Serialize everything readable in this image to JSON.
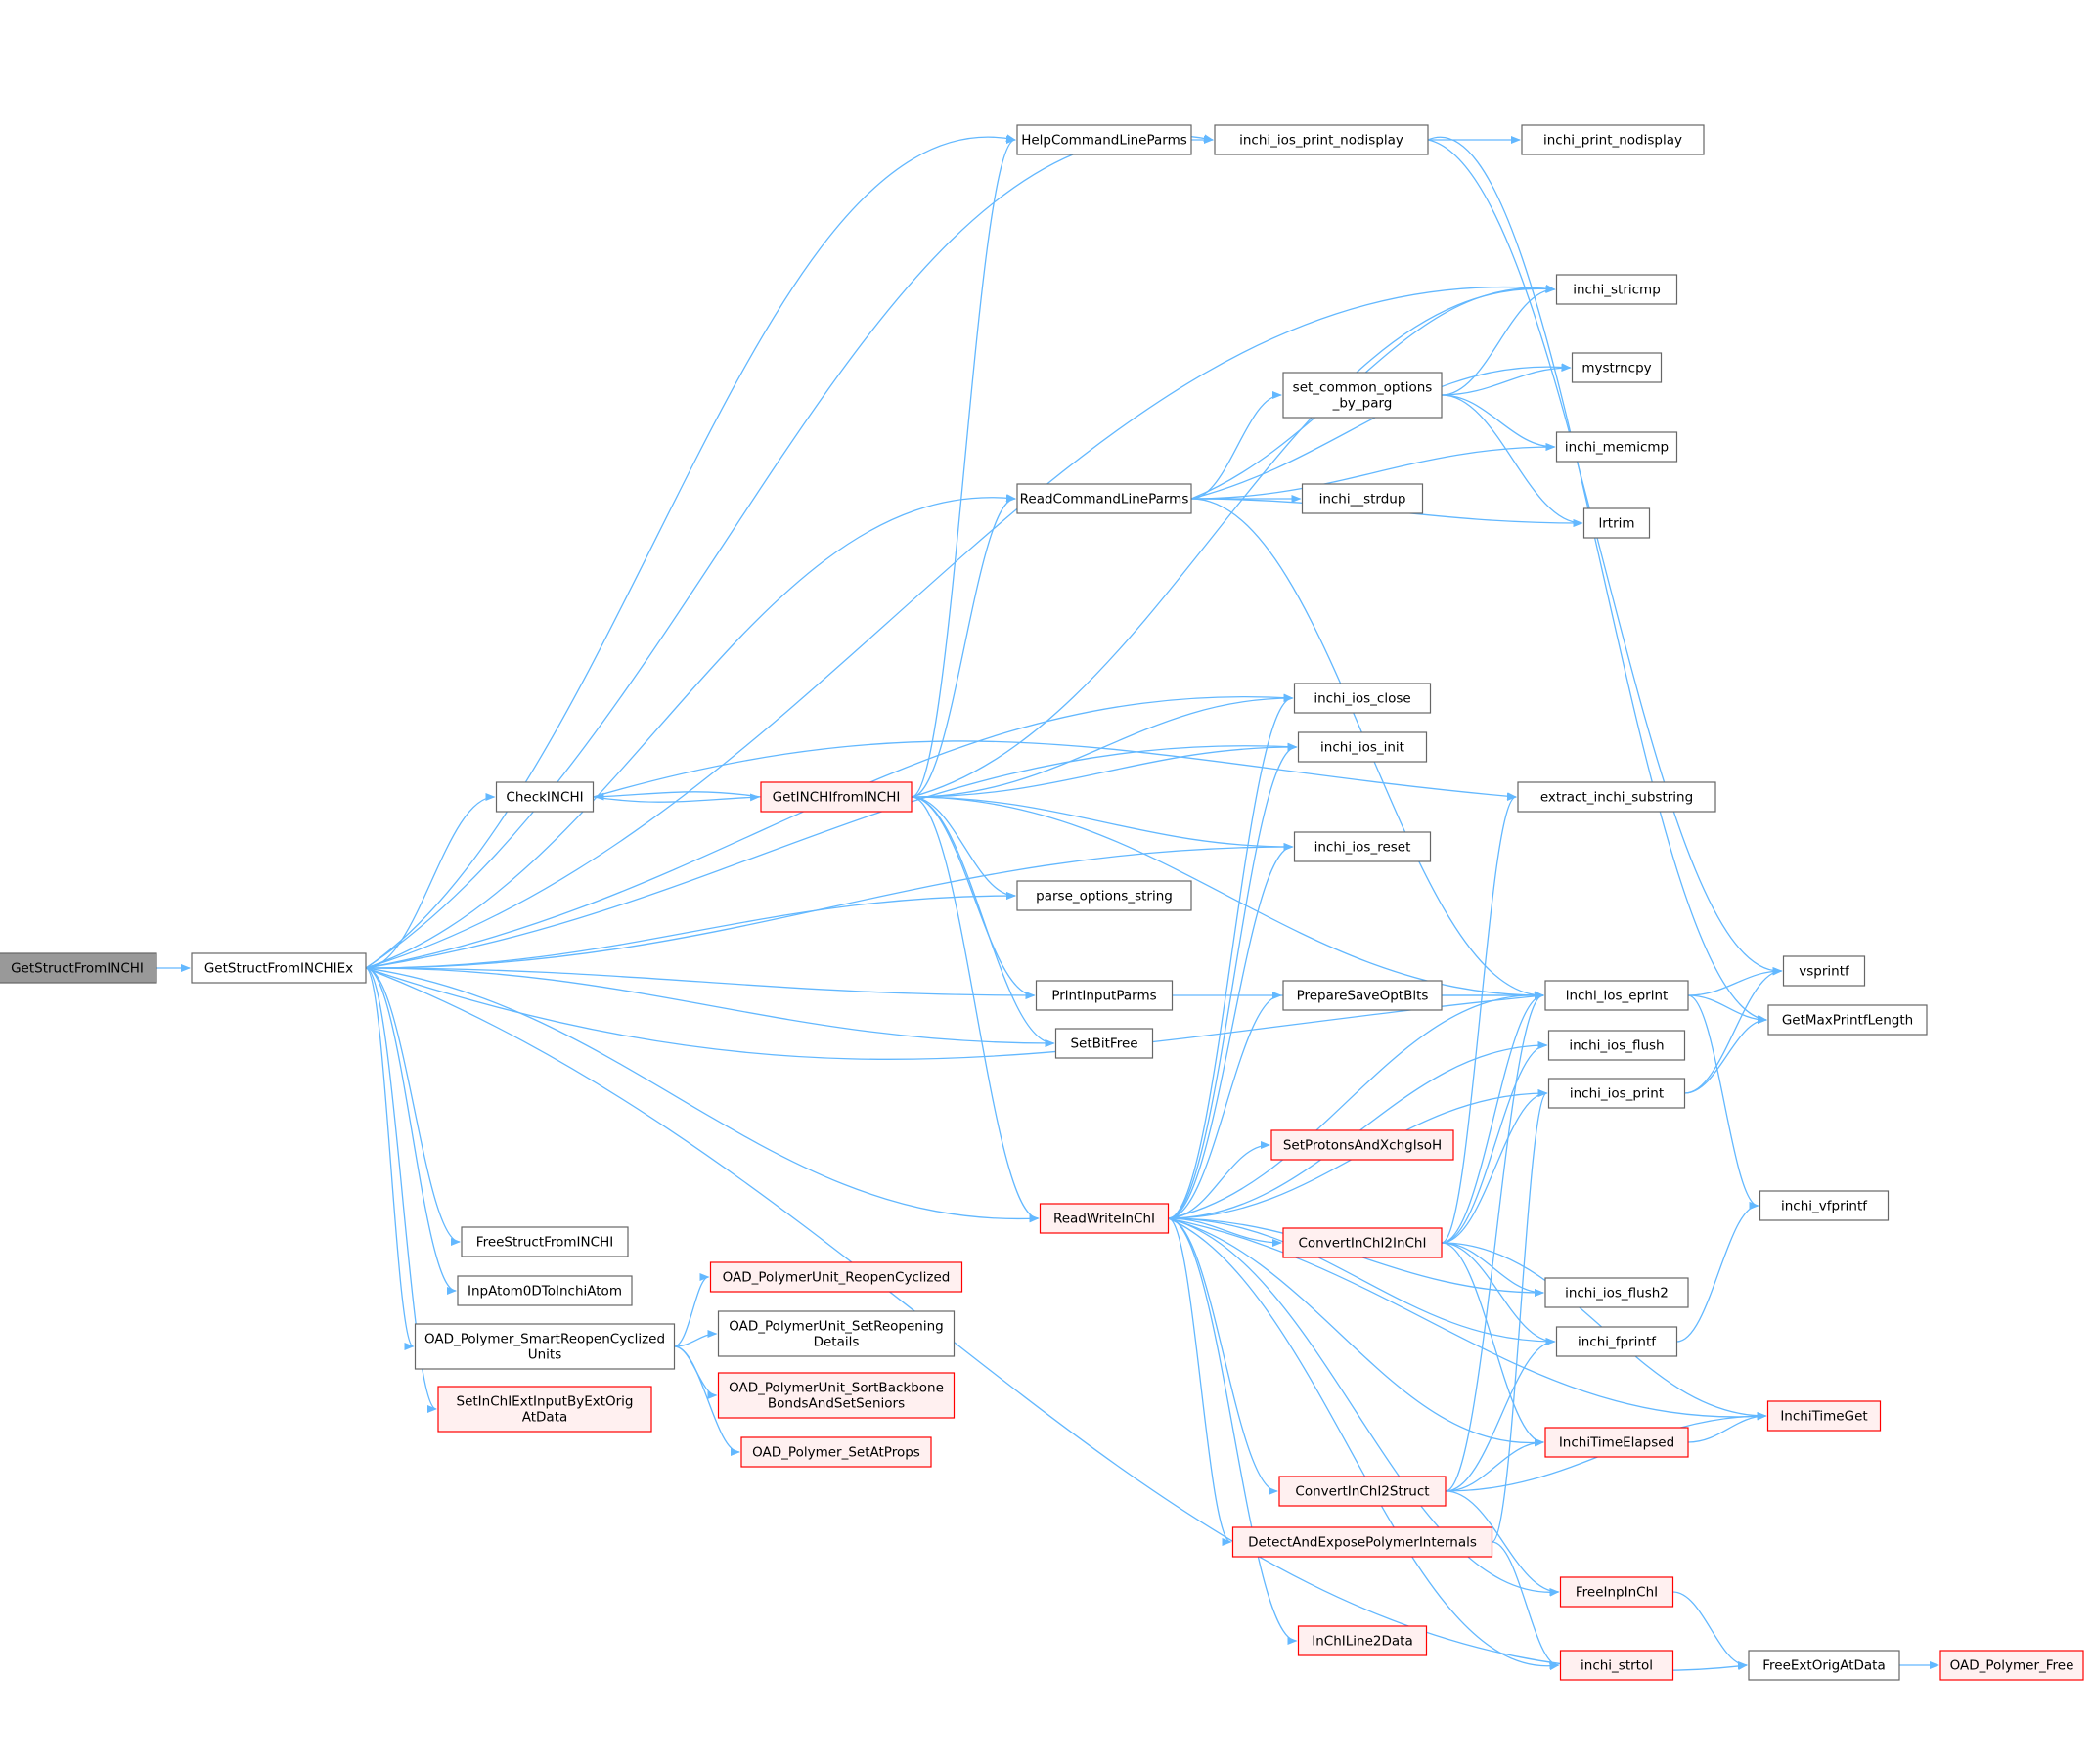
{
  "graph": {
    "colors": {
      "edge": "#63b8ff",
      "root_fill": "#999999",
      "root_border": "#666666",
      "normal_fill": "#ffffff",
      "normal_border": "#666666",
      "truncated_fill": "#fff0f0",
      "truncated_border": "#ff0000"
    },
    "nodes": [
      {
        "id": "GetStructFromINCHI",
        "lines": [
          "GetStructFromINCHI"
        ],
        "kind": "root"
      },
      {
        "id": "GetStructFromINCHIEx",
        "lines": [
          "GetStructFromINCHIEx"
        ],
        "kind": "normal"
      },
      {
        "id": "HelpCommandLineParms",
        "lines": [
          "HelpCommandLineParms"
        ],
        "kind": "normal"
      },
      {
        "id": "inchi_ios_print_nodisplay",
        "lines": [
          "inchi_ios_print_nodisplay"
        ],
        "kind": "normal"
      },
      {
        "id": "inchi_print_nodisplay",
        "lines": [
          "inchi_print_nodisplay"
        ],
        "kind": "normal"
      },
      {
        "id": "inchi_stricmp",
        "lines": [
          "inchi_stricmp"
        ],
        "kind": "normal"
      },
      {
        "id": "mystrncpy",
        "lines": [
          "mystrncpy"
        ],
        "kind": "normal"
      },
      {
        "id": "set_common_options_by_parg",
        "lines": [
          "set_common_options",
          "_by_parg"
        ],
        "kind": "normal"
      },
      {
        "id": "inchi_memicmp",
        "lines": [
          "inchi_memicmp"
        ],
        "kind": "normal"
      },
      {
        "id": "ReadCommandLineParms",
        "lines": [
          "ReadCommandLineParms"
        ],
        "kind": "normal"
      },
      {
        "id": "inchi__strdup",
        "lines": [
          "inchi__strdup"
        ],
        "kind": "normal"
      },
      {
        "id": "lrtrim",
        "lines": [
          "lrtrim"
        ],
        "kind": "normal"
      },
      {
        "id": "inchi_ios_close",
        "lines": [
          "inchi_ios_close"
        ],
        "kind": "normal"
      },
      {
        "id": "inchi_ios_init",
        "lines": [
          "inchi_ios_init"
        ],
        "kind": "normal"
      },
      {
        "id": "CheckINCHI",
        "lines": [
          "CheckINCHI"
        ],
        "kind": "normal"
      },
      {
        "id": "GetINCHIfromINCHI",
        "lines": [
          "GetINCHIfromINCHI"
        ],
        "kind": "truncated"
      },
      {
        "id": "extract_inchi_substring",
        "lines": [
          "extract_inchi_substring"
        ],
        "kind": "normal"
      },
      {
        "id": "inchi_ios_reset",
        "lines": [
          "inchi_ios_reset"
        ],
        "kind": "normal"
      },
      {
        "id": "parse_options_string",
        "lines": [
          "parse_options_string"
        ],
        "kind": "normal"
      },
      {
        "id": "vsprintf",
        "lines": [
          "vsprintf"
        ],
        "kind": "normal"
      },
      {
        "id": "inchi_ios_eprint",
        "lines": [
          "inchi_ios_eprint"
        ],
        "kind": "normal"
      },
      {
        "id": "PrepareSaveOptBits",
        "lines": [
          "PrepareSaveOptBits"
        ],
        "kind": "normal"
      },
      {
        "id": "PrintInputParms",
        "lines": [
          "PrintInputParms"
        ],
        "kind": "normal"
      },
      {
        "id": "GetMaxPrintfLength",
        "lines": [
          "GetMaxPrintfLength"
        ],
        "kind": "normal"
      },
      {
        "id": "SetBitFree",
        "lines": [
          "SetBitFree"
        ],
        "kind": "normal"
      },
      {
        "id": "inchi_ios_flush",
        "lines": [
          "inchi_ios_flush"
        ],
        "kind": "normal"
      },
      {
        "id": "inchi_ios_print",
        "lines": [
          "inchi_ios_print"
        ],
        "kind": "normal"
      },
      {
        "id": "SetProtonsAndXchgIsoH",
        "lines": [
          "SetProtonsAndXchgIsoH"
        ],
        "kind": "truncated"
      },
      {
        "id": "ReadWriteInChI",
        "lines": [
          "ReadWriteInChI"
        ],
        "kind": "truncated"
      },
      {
        "id": "inchi_vfprintf",
        "lines": [
          "inchi_vfprintf"
        ],
        "kind": "normal"
      },
      {
        "id": "ConvertInChI2InChI",
        "lines": [
          "ConvertInChI2InChI"
        ],
        "kind": "truncated"
      },
      {
        "id": "FreeStructFromINCHI",
        "lines": [
          "FreeStructFromINCHI"
        ],
        "kind": "normal"
      },
      {
        "id": "OAD_PolymerUnit_ReopenCyclized",
        "lines": [
          "OAD_PolymerUnit_ReopenCyclized"
        ],
        "kind": "truncated"
      },
      {
        "id": "InpAtom0DToInchiAtom",
        "lines": [
          "InpAtom0DToInchiAtom"
        ],
        "kind": "normal"
      },
      {
        "id": "inchi_ios_flush2",
        "lines": [
          "inchi_ios_flush2"
        ],
        "kind": "normal"
      },
      {
        "id": "OAD_Polymer_SmartReopenCyclizedUnits",
        "lines": [
          "OAD_Polymer_SmartReopenCyclized",
          "Units"
        ],
        "kind": "normal"
      },
      {
        "id": "OAD_PolymerUnit_SetReopeningDetails",
        "lines": [
          "OAD_PolymerUnit_SetReopening",
          "Details"
        ],
        "kind": "normal"
      },
      {
        "id": "inchi_fprintf",
        "lines": [
          "inchi_fprintf"
        ],
        "kind": "normal"
      },
      {
        "id": "OAD_PolymerUnit_SortBackboneBondsAndSetSeniors",
        "lines": [
          "OAD_PolymerUnit_SortBackbone",
          "BondsAndSetSeniors"
        ],
        "kind": "truncated"
      },
      {
        "id": "SetInChIExtInputByExtOrigAtData",
        "lines": [
          "SetInChIExtInputByExtOrig",
          "AtData"
        ],
        "kind": "truncated"
      },
      {
        "id": "InchiTimeGet",
        "lines": [
          "InchiTimeGet"
        ],
        "kind": "truncated"
      },
      {
        "id": "InchiTimeElapsed",
        "lines": [
          "InchiTimeElapsed"
        ],
        "kind": "truncated"
      },
      {
        "id": "OAD_Polymer_SetAtProps",
        "lines": [
          "OAD_Polymer_SetAtProps"
        ],
        "kind": "truncated"
      },
      {
        "id": "ConvertInChI2Struct",
        "lines": [
          "ConvertInChI2Struct"
        ],
        "kind": "truncated"
      },
      {
        "id": "DetectAndExposePolymerInternals",
        "lines": [
          "DetectAndExposePolymerInternals"
        ],
        "kind": "truncated"
      },
      {
        "id": "FreeInpInChI",
        "lines": [
          "FreeInpInChI"
        ],
        "kind": "truncated"
      },
      {
        "id": "InChILine2Data",
        "lines": [
          "InChILine2Data"
        ],
        "kind": "truncated"
      },
      {
        "id": "inchi_strtol",
        "lines": [
          "inchi_strtol"
        ],
        "kind": "truncated"
      },
      {
        "id": "FreeExtOrigAtData",
        "lines": [
          "FreeExtOrigAtData"
        ],
        "kind": "normal"
      },
      {
        "id": "OAD_Polymer_Free",
        "lines": [
          "OAD_Polymer_Free"
        ],
        "kind": "truncated"
      }
    ],
    "edges": [
      [
        "GetStructFromINCHI",
        "GetStructFromINCHIEx"
      ],
      [
        "GetStructFromINCHIEx",
        "inchi_ios_print_nodisplay"
      ],
      [
        "GetStructFromINCHIEx",
        "HelpCommandLineParms"
      ],
      [
        "GetStructFromINCHIEx",
        "inchi_stricmp"
      ],
      [
        "GetStructFromINCHIEx",
        "ReadCommandLineParms"
      ],
      [
        "GetStructFromINCHIEx",
        "inchi_ios_close"
      ],
      [
        "GetStructFromINCHIEx",
        "inchi_ios_init"
      ],
      [
        "GetStructFromINCHIEx",
        "CheckINCHI"
      ],
      [
        "GetStructFromINCHIEx",
        "parse_options_string"
      ],
      [
        "GetStructFromINCHIEx",
        "inchi_ios_reset"
      ],
      [
        "GetStructFromINCHIEx",
        "PrintInputParms"
      ],
      [
        "GetStructFromINCHIEx",
        "SetBitFree"
      ],
      [
        "GetStructFromINCHIEx",
        "inchi_ios_eprint"
      ],
      [
        "GetStructFromINCHIEx",
        "ReadWriteInChI"
      ],
      [
        "GetStructFromINCHIEx",
        "FreeExtOrigAtData"
      ],
      [
        "GetStructFromINCHIEx",
        "FreeStructFromINCHI"
      ],
      [
        "GetStructFromINCHIEx",
        "InpAtom0DToInchiAtom"
      ],
      [
        "GetStructFromINCHIEx",
        "OAD_Polymer_SmartReopenCyclizedUnits"
      ],
      [
        "GetStructFromINCHIEx",
        "SetInChIExtInputByExtOrigAtData"
      ],
      [
        "HelpCommandLineParms",
        "inchi_ios_print_nodisplay"
      ],
      [
        "inchi_ios_print_nodisplay",
        "inchi_print_nodisplay"
      ],
      [
        "inchi_ios_print_nodisplay",
        "vsprintf"
      ],
      [
        "inchi_ios_print_nodisplay",
        "GetMaxPrintfLength"
      ],
      [
        "ReadCommandLineParms",
        "inchi_stricmp"
      ],
      [
        "ReadCommandLineParms",
        "mystrncpy"
      ],
      [
        "ReadCommandLineParms",
        "set_common_options_by_parg"
      ],
      [
        "ReadCommandLineParms",
        "inchi_memicmp"
      ],
      [
        "ReadCommandLineParms",
        "inchi__strdup"
      ],
      [
        "ReadCommandLineParms",
        "lrtrim"
      ],
      [
        "ReadCommandLineParms",
        "inchi_ios_eprint"
      ],
      [
        "set_common_options_by_parg",
        "inchi_stricmp"
      ],
      [
        "set_common_options_by_parg",
        "mystrncpy"
      ],
      [
        "set_common_options_by_parg",
        "inchi_memicmp"
      ],
      [
        "set_common_options_by_parg",
        "lrtrim"
      ],
      [
        "CheckINCHI",
        "GetINCHIfromINCHI"
      ],
      [
        "CheckINCHI",
        "extract_inchi_substring"
      ],
      [
        "GetINCHIfromINCHI",
        "CheckINCHI"
      ],
      [
        "GetINCHIfromINCHI",
        "HelpCommandLineParms"
      ],
      [
        "GetINCHIfromINCHI",
        "inchi_stricmp"
      ],
      [
        "GetINCHIfromINCHI",
        "ReadCommandLineParms"
      ],
      [
        "GetINCHIfromINCHI",
        "inchi_ios_close"
      ],
      [
        "GetINCHIfromINCHI",
        "inchi_ios_init"
      ],
      [
        "GetINCHIfromINCHI",
        "inchi_ios_reset"
      ],
      [
        "GetINCHIfromINCHI",
        "parse_options_string"
      ],
      [
        "GetINCHIfromINCHI",
        "PrintInputParms"
      ],
      [
        "GetINCHIfromINCHI",
        "SetBitFree"
      ],
      [
        "GetINCHIfromINCHI",
        "inchi_ios_eprint"
      ],
      [
        "GetINCHIfromINCHI",
        "ReadWriteInChI"
      ],
      [
        "PrintInputParms",
        "inchi_ios_eprint"
      ],
      [
        "PrepareSaveOptBits",
        "inchi_ios_eprint"
      ],
      [
        "inchi_ios_eprint",
        "vsprintf"
      ],
      [
        "inchi_ios_eprint",
        "GetMaxPrintfLength"
      ],
      [
        "inchi_ios_eprint",
        "inchi_vfprintf"
      ],
      [
        "inchi_ios_print",
        "vsprintf"
      ],
      [
        "inchi_ios_print",
        "GetMaxPrintfLength"
      ],
      [
        "inchi_fprintf",
        "inchi_vfprintf"
      ],
      [
        "ReadWriteInChI",
        "inchi_ios_close"
      ],
      [
        "ReadWriteInChI",
        "inchi_ios_init"
      ],
      [
        "ReadWriteInChI",
        "inchi_ios_reset"
      ],
      [
        "ReadWriteInChI",
        "inchi_ios_eprint"
      ],
      [
        "ReadWriteInChI",
        "PrepareSaveOptBits"
      ],
      [
        "ReadWriteInChI",
        "inchi_ios_flush"
      ],
      [
        "ReadWriteInChI",
        "inchi_ios_print"
      ],
      [
        "ReadWriteInChI",
        "SetProtonsAndXchgIsoH"
      ],
      [
        "ReadWriteInChI",
        "ConvertInChI2InChI"
      ],
      [
        "ReadWriteInChI",
        "inchi_ios_flush2"
      ],
      [
        "ReadWriteInChI",
        "inchi_fprintf"
      ],
      [
        "ReadWriteInChI",
        "InchiTimeGet"
      ],
      [
        "ReadWriteInChI",
        "InchiTimeElapsed"
      ],
      [
        "ReadWriteInChI",
        "ConvertInChI2Struct"
      ],
      [
        "ReadWriteInChI",
        "DetectAndExposePolymerInternals"
      ],
      [
        "ReadWriteInChI",
        "FreeInpInChI"
      ],
      [
        "ReadWriteInChI",
        "InChILine2Data"
      ],
      [
        "ReadWriteInChI",
        "inchi_strtol"
      ],
      [
        "ConvertInChI2InChI",
        "extract_inchi_substring"
      ],
      [
        "ConvertInChI2InChI",
        "inchi_ios_eprint"
      ],
      [
        "ConvertInChI2InChI",
        "inchi_ios_flush"
      ],
      [
        "ConvertInChI2InChI",
        "inchi_ios_print"
      ],
      [
        "ConvertInChI2InChI",
        "inchi_ios_flush2"
      ],
      [
        "ConvertInChI2InChI",
        "inchi_fprintf"
      ],
      [
        "ConvertInChI2InChI",
        "InchiTimeGet"
      ],
      [
        "ConvertInChI2InChI",
        "InchiTimeElapsed"
      ],
      [
        "ConvertInChI2Struct",
        "inchi_ios_eprint"
      ],
      [
        "ConvertInChI2Struct",
        "inchi_fprintf"
      ],
      [
        "ConvertInChI2Struct",
        "InchiTimeElapsed"
      ],
      [
        "ConvertInChI2Struct",
        "InchiTimeGet"
      ],
      [
        "ConvertInChI2Struct",
        "FreeInpInChI"
      ],
      [
        "InchiTimeElapsed",
        "InchiTimeGet"
      ],
      [
        "DetectAndExposePolymerInternals",
        "inchi_ios_print"
      ],
      [
        "DetectAndExposePolymerInternals",
        "inchi_strtol"
      ],
      [
        "FreeInpInChI",
        "FreeExtOrigAtData"
      ],
      [
        "FreeExtOrigAtData",
        "OAD_Polymer_Free"
      ],
      [
        "OAD_Polymer_SmartReopenCyclizedUnits",
        "OAD_PolymerUnit_ReopenCyclized"
      ],
      [
        "OAD_Polymer_SmartReopenCyclizedUnits",
        "OAD_PolymerUnit_SetReopeningDetails"
      ],
      [
        "OAD_Polymer_SmartReopenCyclizedUnits",
        "OAD_PolymerUnit_SortBackboneBondsAndSetSeniors"
      ],
      [
        "OAD_Polymer_SmartReopenCyclizedUnits",
        "OAD_Polymer_SetAtProps"
      ]
    ]
  }
}
